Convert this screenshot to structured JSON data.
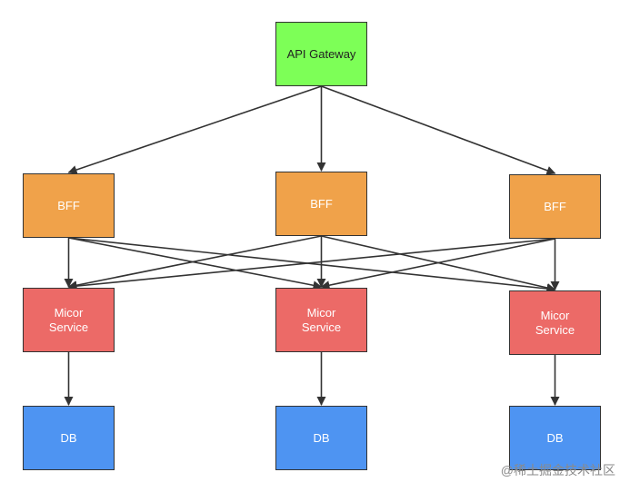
{
  "nodes": {
    "gateway": {
      "label": "API Gateway",
      "color": "#7dff57"
    },
    "bff_1": {
      "label": "BFF",
      "color": "#f0a24a"
    },
    "bff_2": {
      "label": "BFF",
      "color": "#f0a24a"
    },
    "bff_3": {
      "label": "BFF",
      "color": "#f0a24a"
    },
    "svc_1": {
      "line1": "Micor",
      "line2": "Service",
      "color": "#ec6a67"
    },
    "svc_2": {
      "line1": "Micor",
      "line2": "Service",
      "color": "#ec6a67"
    },
    "svc_3": {
      "line1": "Micor",
      "line2": "Service",
      "color": "#ec6a67"
    },
    "db_1": {
      "label": "DB",
      "color": "#4e94f2"
    },
    "db_2": {
      "label": "DB",
      "color": "#4e94f2"
    },
    "db_3": {
      "label": "DB",
      "color": "#4e94f2"
    }
  },
  "edges": [
    {
      "from": "gateway",
      "to": "bff_1"
    },
    {
      "from": "gateway",
      "to": "bff_2"
    },
    {
      "from": "gateway",
      "to": "bff_3"
    },
    {
      "from": "bff_1",
      "to": "svc_1"
    },
    {
      "from": "bff_1",
      "to": "svc_2"
    },
    {
      "from": "bff_1",
      "to": "svc_3"
    },
    {
      "from": "bff_2",
      "to": "svc_1"
    },
    {
      "from": "bff_2",
      "to": "svc_2"
    },
    {
      "from": "bff_2",
      "to": "svc_3"
    },
    {
      "from": "bff_3",
      "to": "svc_1"
    },
    {
      "from": "bff_3",
      "to": "svc_2"
    },
    {
      "from": "bff_3",
      "to": "svc_3"
    },
    {
      "from": "svc_1",
      "to": "db_1"
    },
    {
      "from": "svc_2",
      "to": "db_2"
    },
    {
      "from": "svc_3",
      "to": "db_3"
    }
  ],
  "edge_color": "#333333",
  "watermark": "@稀土掘金技术社区"
}
